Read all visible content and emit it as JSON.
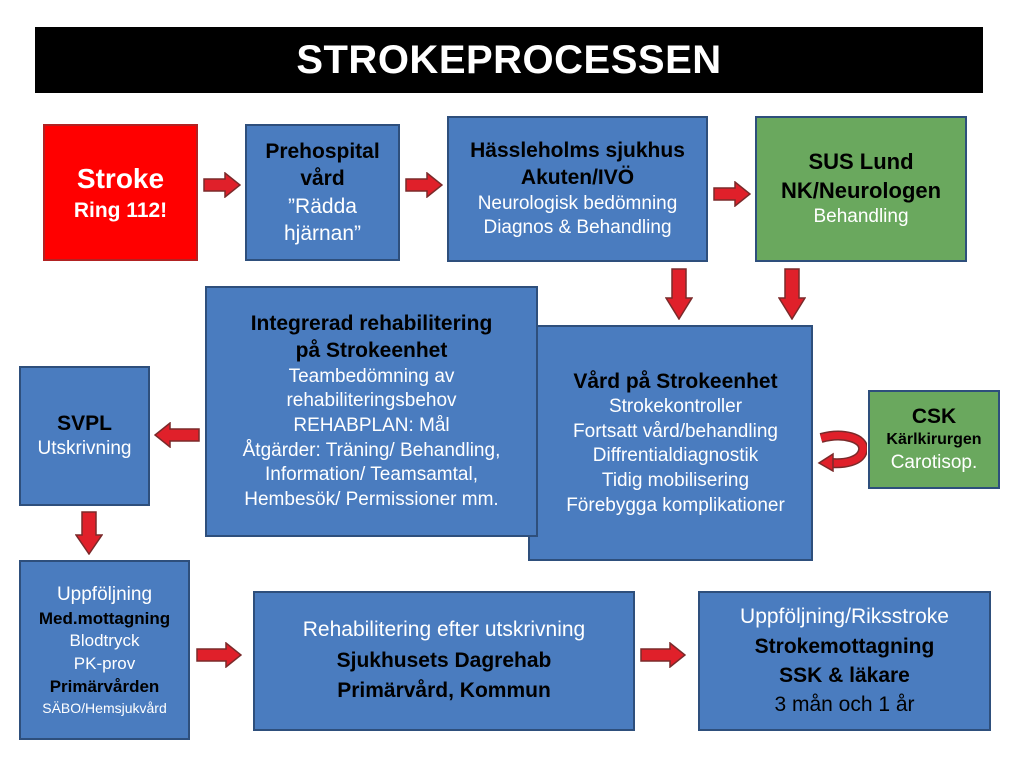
{
  "title": "STROKEPROCESSEN",
  "colors": {
    "box_blue": "#4a7cbf",
    "box_red": "#ff0000",
    "box_green": "#6aa85e",
    "arrow_red": "#e0202a"
  },
  "nodes": {
    "stroke": {
      "line1": "Stroke",
      "line2": "Ring 112!"
    },
    "prehospital": {
      "line1": "Prehospital",
      "line2": "vård",
      "line3": "”Rädda",
      "line4": "hjärnan”"
    },
    "hassleholm": {
      "line1": "Hässleholms sjukhus",
      "line2": "Akuten/IVÖ",
      "line3": "Neurologisk bedömning",
      "line4": "Diagnos & Behandling"
    },
    "sus": {
      "line1": "SUS Lund",
      "line2": "NK/Neurologen",
      "line3": "Behandling"
    },
    "integrerad": {
      "line1": "Integrerad rehabilitering",
      "line2": "på Strokeenhet",
      "line3": "Teambedömning  av",
      "line4": "rehabiliteringsbehov",
      "line5": "REHABPLAN: Mål",
      "line6": "Åtgärder: Träning/ Behandling,",
      "line7": "Information/ Teamsamtal,",
      "line8": "Hembesök/ Permissioner mm."
    },
    "vard": {
      "line1": "Vård på Strokeenhet",
      "line2": "Strokekontroller",
      "line3": "Fortsatt vård/behandling",
      "line4": "Diffrentialdiagnostik",
      "line5": "Tidig mobilisering",
      "line6": "Förebygga komplikationer"
    },
    "csk": {
      "line1": "CSK",
      "line2": "Kärlkirurgen",
      "line3": "Carotisop."
    },
    "svpl": {
      "line1": "SVPL",
      "line2": "Utskrivning"
    },
    "uppfoljning": {
      "line1": "Uppföljning",
      "line2": "Med.mottagning",
      "line3": "Blodtryck",
      "line4": "PK-prov",
      "line5": "Primärvården",
      "line6": "SÄBO/Hemsjukvård"
    },
    "rehab": {
      "line1": "Rehabilitering efter utskrivning",
      "line2": "Sjukhusets Dagrehab",
      "line3": "Primärvård, Kommun"
    },
    "riksstroke": {
      "line1": "Uppföljning/Riksstroke",
      "line2": "Strokemottagning",
      "line3": "SSK  & läkare",
      "line4": "3 mån och 1 år"
    }
  }
}
